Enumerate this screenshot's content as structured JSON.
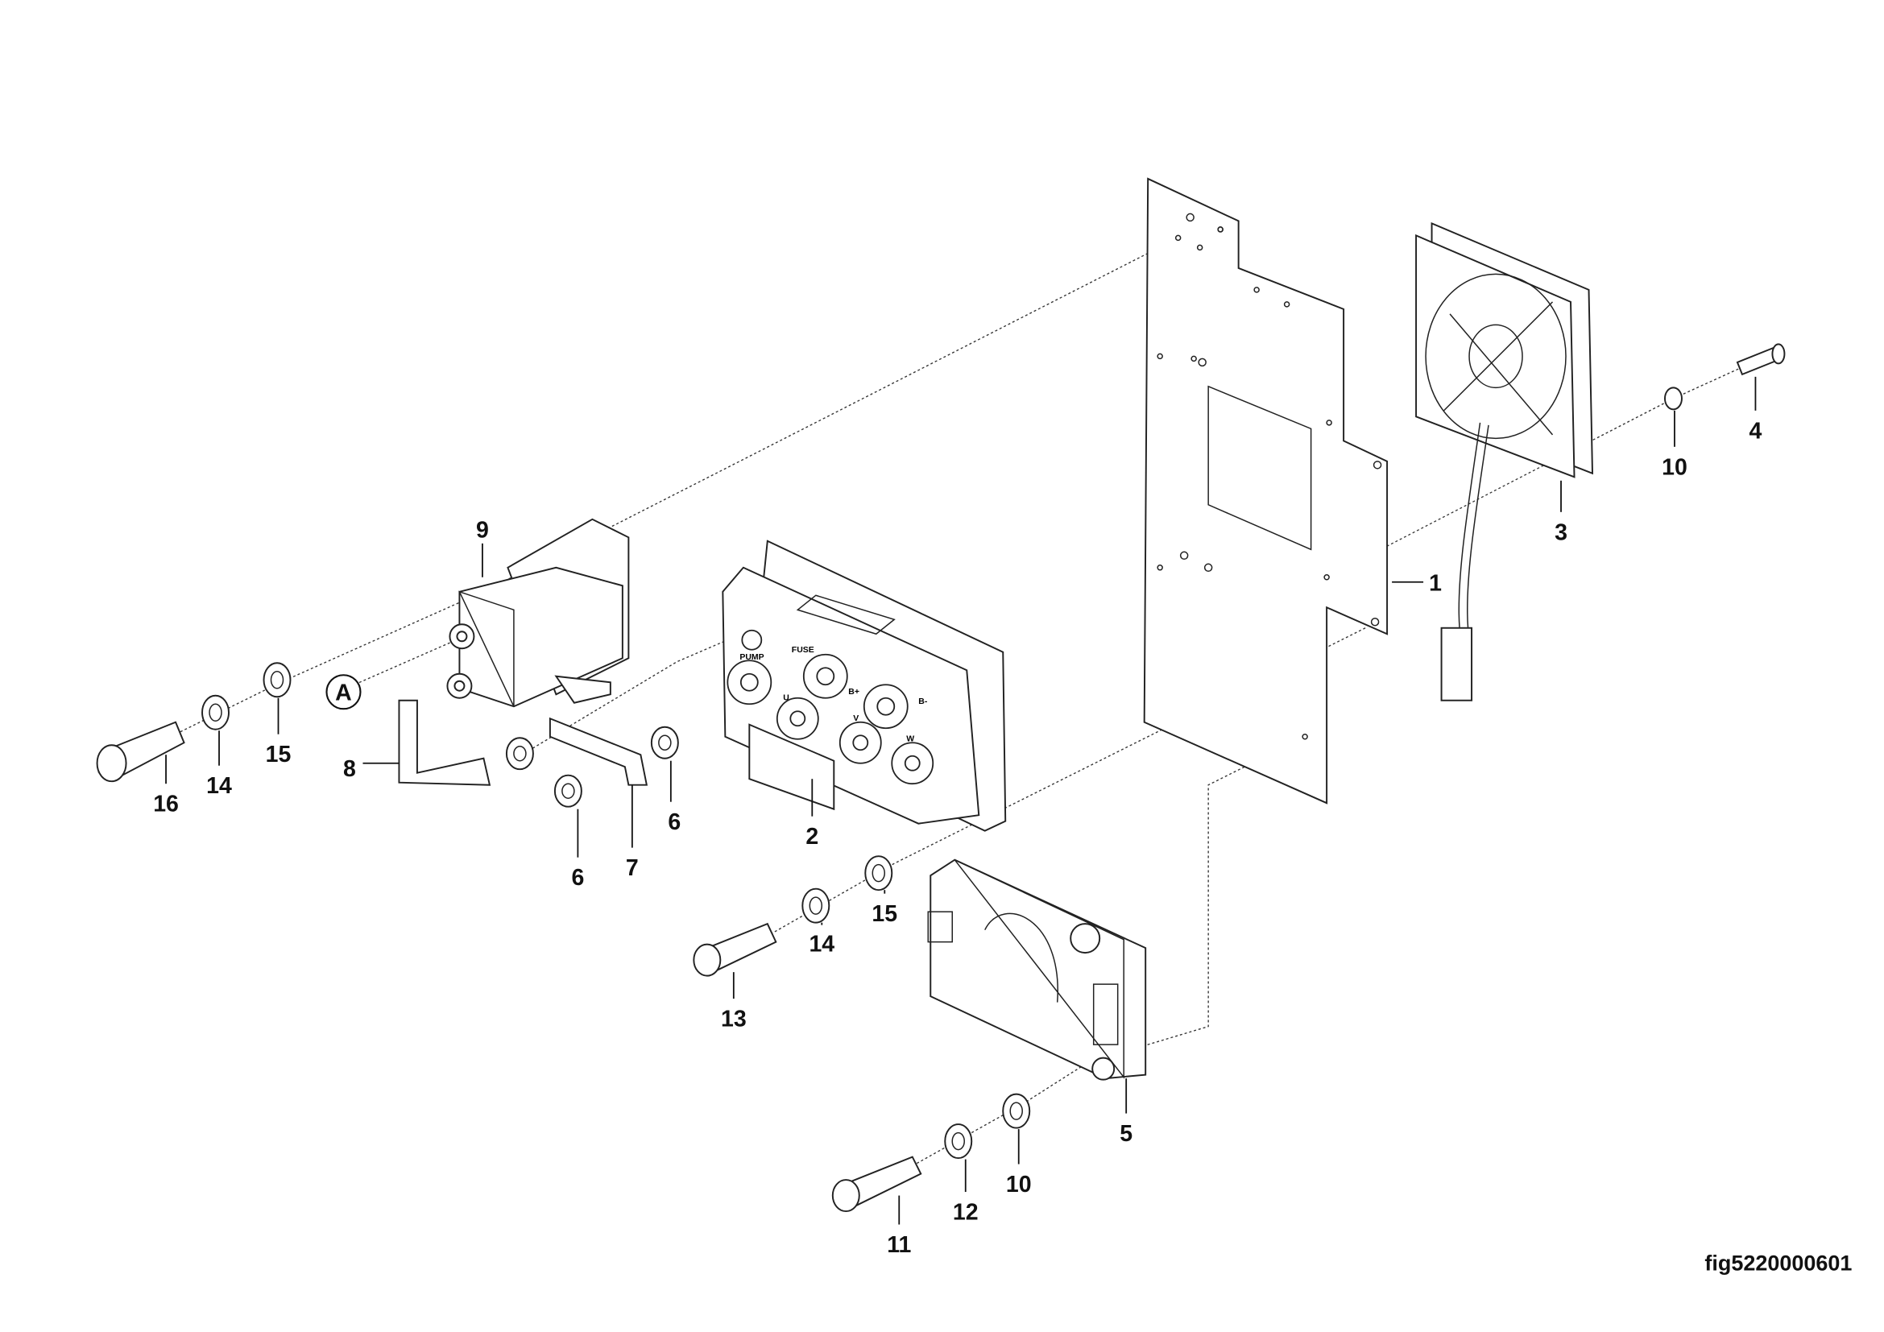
{
  "figure_id": "fig5220000601",
  "detail_marker": "A",
  "callouts": {
    "c1": "1",
    "c2": "2",
    "c3": "3",
    "c4": "4",
    "c5": "5",
    "c6a": "6",
    "c6b": "6",
    "c7": "7",
    "c8": "8",
    "c9": "9",
    "c10a": "10",
    "c10b": "10",
    "c11": "11",
    "c12": "12",
    "c13": "13",
    "c14a": "14",
    "c14b": "14",
    "c15a": "15",
    "c15b": "15",
    "c16": "16"
  },
  "controller_terminal_labels": [
    "FUSE",
    "PUMP",
    "B+",
    "U",
    "V",
    "W",
    "B-"
  ]
}
